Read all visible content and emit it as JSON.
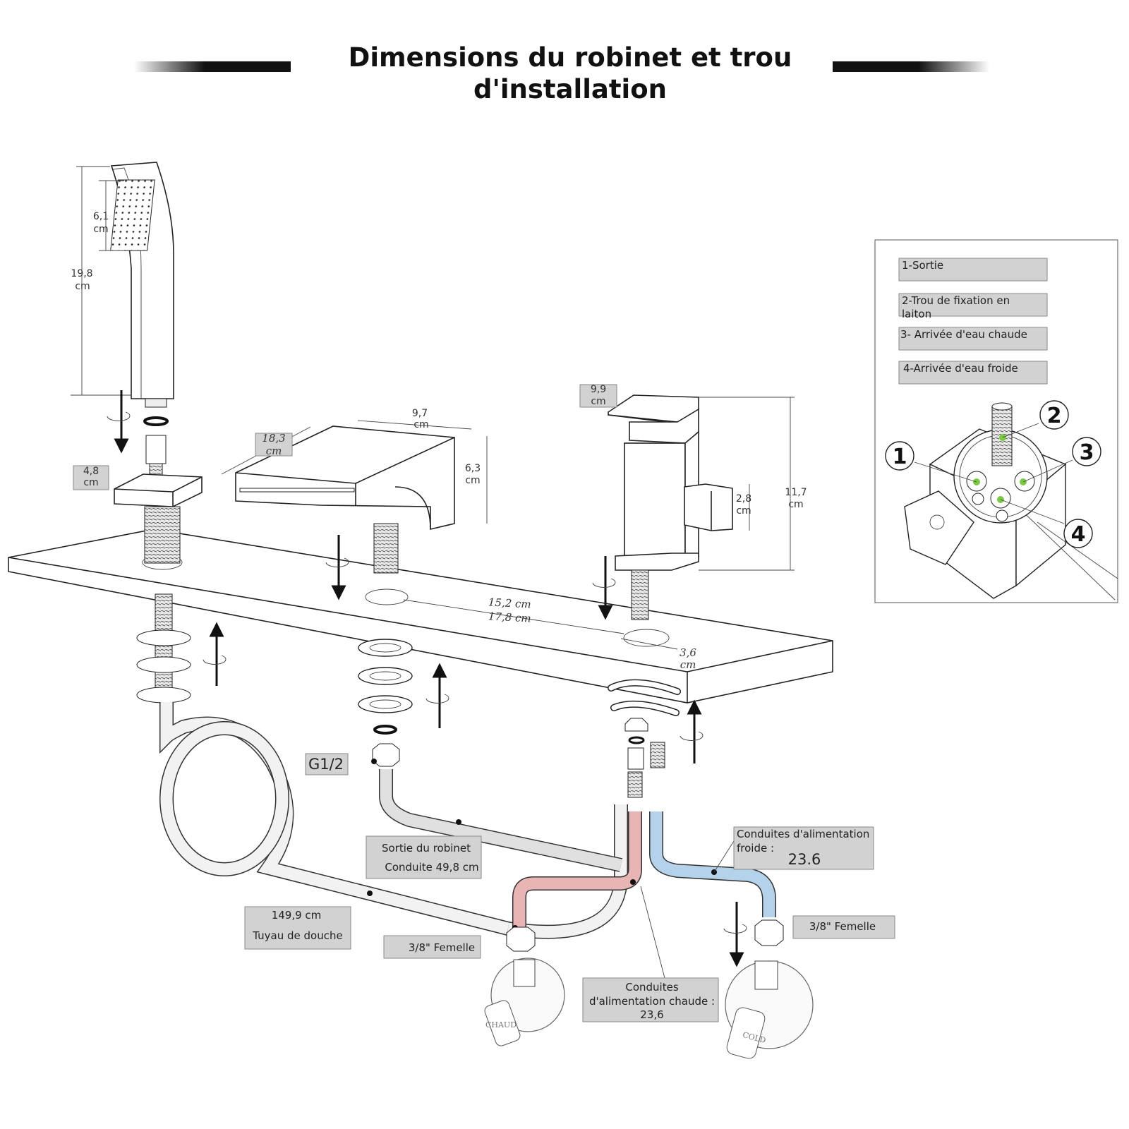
{
  "title": {
    "line1": "Dimensions du robinet et trou",
    "line2": "d'installation"
  },
  "handshower": {
    "head_w": "6,1",
    "head_w_unit": "cm",
    "height": "19,8",
    "height_unit": "cm"
  },
  "base": {
    "width": "4,8",
    "unit": "cm"
  },
  "spout": {
    "depth": "18,3",
    "depth_unit": "cm",
    "width": "9,7",
    "width_unit": "cm",
    "height": "6,3",
    "height_unit": "cm"
  },
  "mixer": {
    "lever": "9,9",
    "lever_unit": "cm",
    "height": "11,7",
    "height_unit": "cm",
    "knob": "2,8",
    "knob_unit": "cm"
  },
  "spacing": {
    "a": "15,2 cm",
    "b": "17,8 cm",
    "hole": "3,6",
    "hole_unit": "cm"
  },
  "legend": {
    "items": [
      "1-Sortie",
      "2-Trou de fixation en",
      "laiton",
      "3- Arrivée d'eau chaude",
      "4-Arrivée d'eau froide"
    ],
    "markers": [
      "1",
      "2",
      "3",
      "4"
    ]
  },
  "labels": {
    "g12": "G1/2",
    "outlet_l1": "Sortie du robinet",
    "outlet_l2": "Conduite 49,8 cm",
    "hose_l1": "149,9 cm",
    "hose_l2": "Tuyau de douche",
    "fem_left": "3/8\" Femelle",
    "fem_right": "3/8\" Femelle",
    "cold_l1": "Conduites d'alimentation",
    "cold_l2": "froide :",
    "cold_val": "23.6",
    "hot_l1": "Conduites",
    "hot_l2": "d'alimentation chaude :",
    "hot_val": "23,6",
    "chaud": "CHAUD",
    "cold": "COLD"
  },
  "colors": {
    "hot_pipe": "#e8b4b4",
    "cold_pipe": "#b4d2ea",
    "label_box": "#d2d2d2",
    "marker_dot": "#7ac943"
  }
}
